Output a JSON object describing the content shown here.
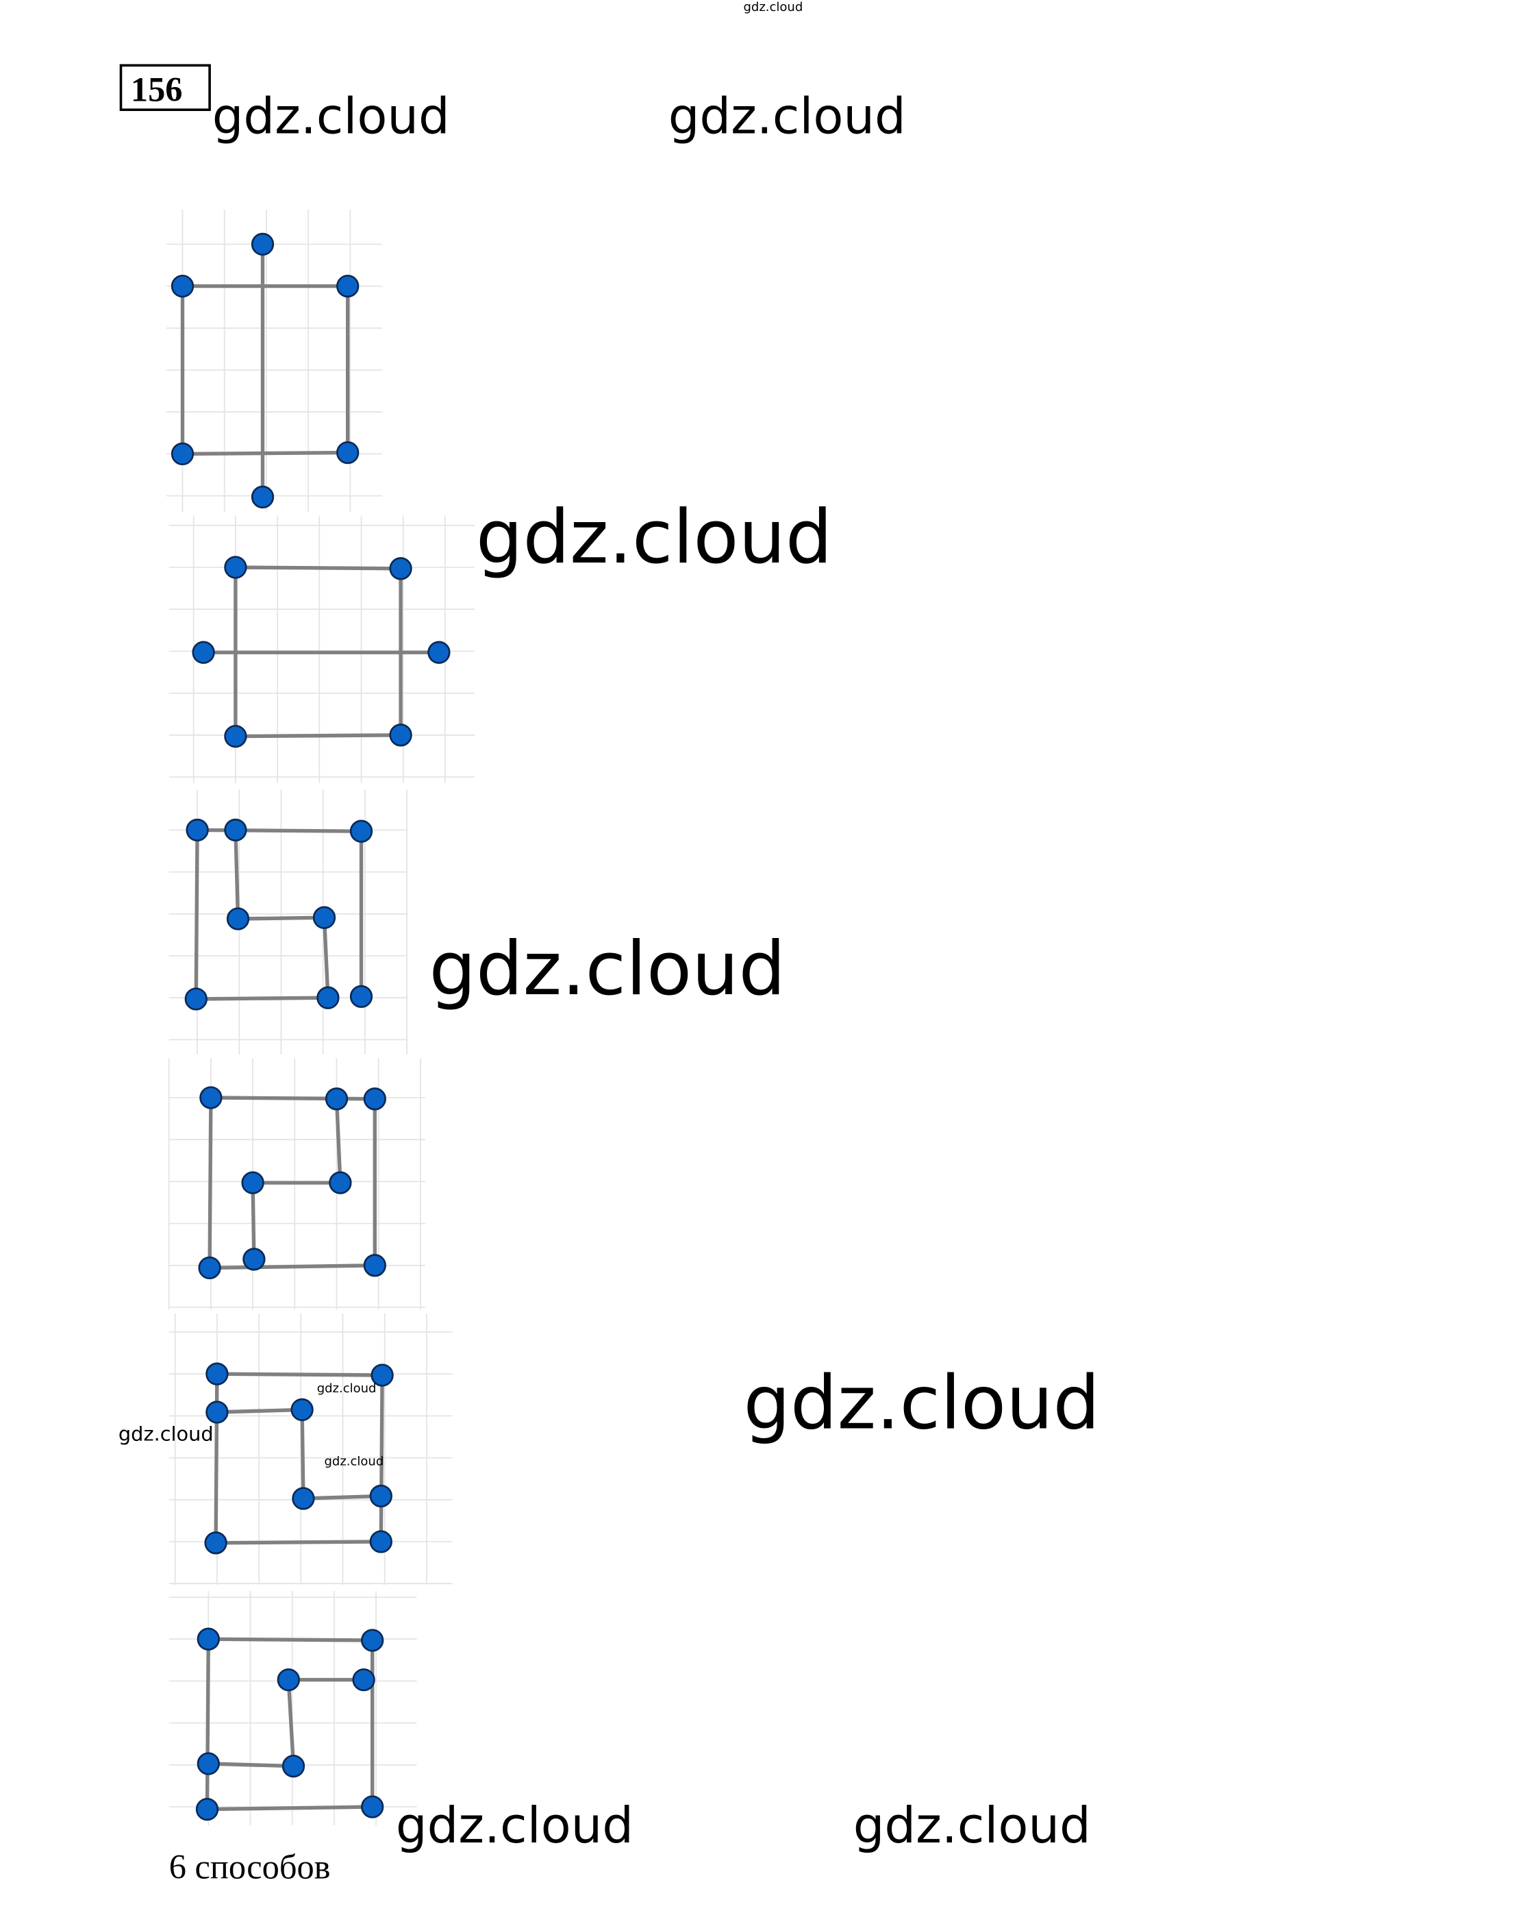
{
  "task_number": "156",
  "answer_text": "6 способов",
  "watermarks": {
    "top_tiny": "gdz.cloud",
    "top_left": "gdz.cloud",
    "top_right": "gdz.cloud",
    "mid1": "gdz.cloud",
    "mid2": "gdz.cloud",
    "mid3": "gdz.cloud",
    "small_left": "gdz.cloud",
    "small_a": "gdz.cloud",
    "small_b": "gdz.cloud",
    "bottom_left": "gdz.cloud",
    "bottom_right": "gdz.cloud"
  },
  "colors": {
    "point_fill": "#0a64c8",
    "point_stroke": "#0b2a55",
    "segment": "#808080",
    "grid": "#e4e4e4",
    "watermark_tiny": "#5a5adc"
  }
}
